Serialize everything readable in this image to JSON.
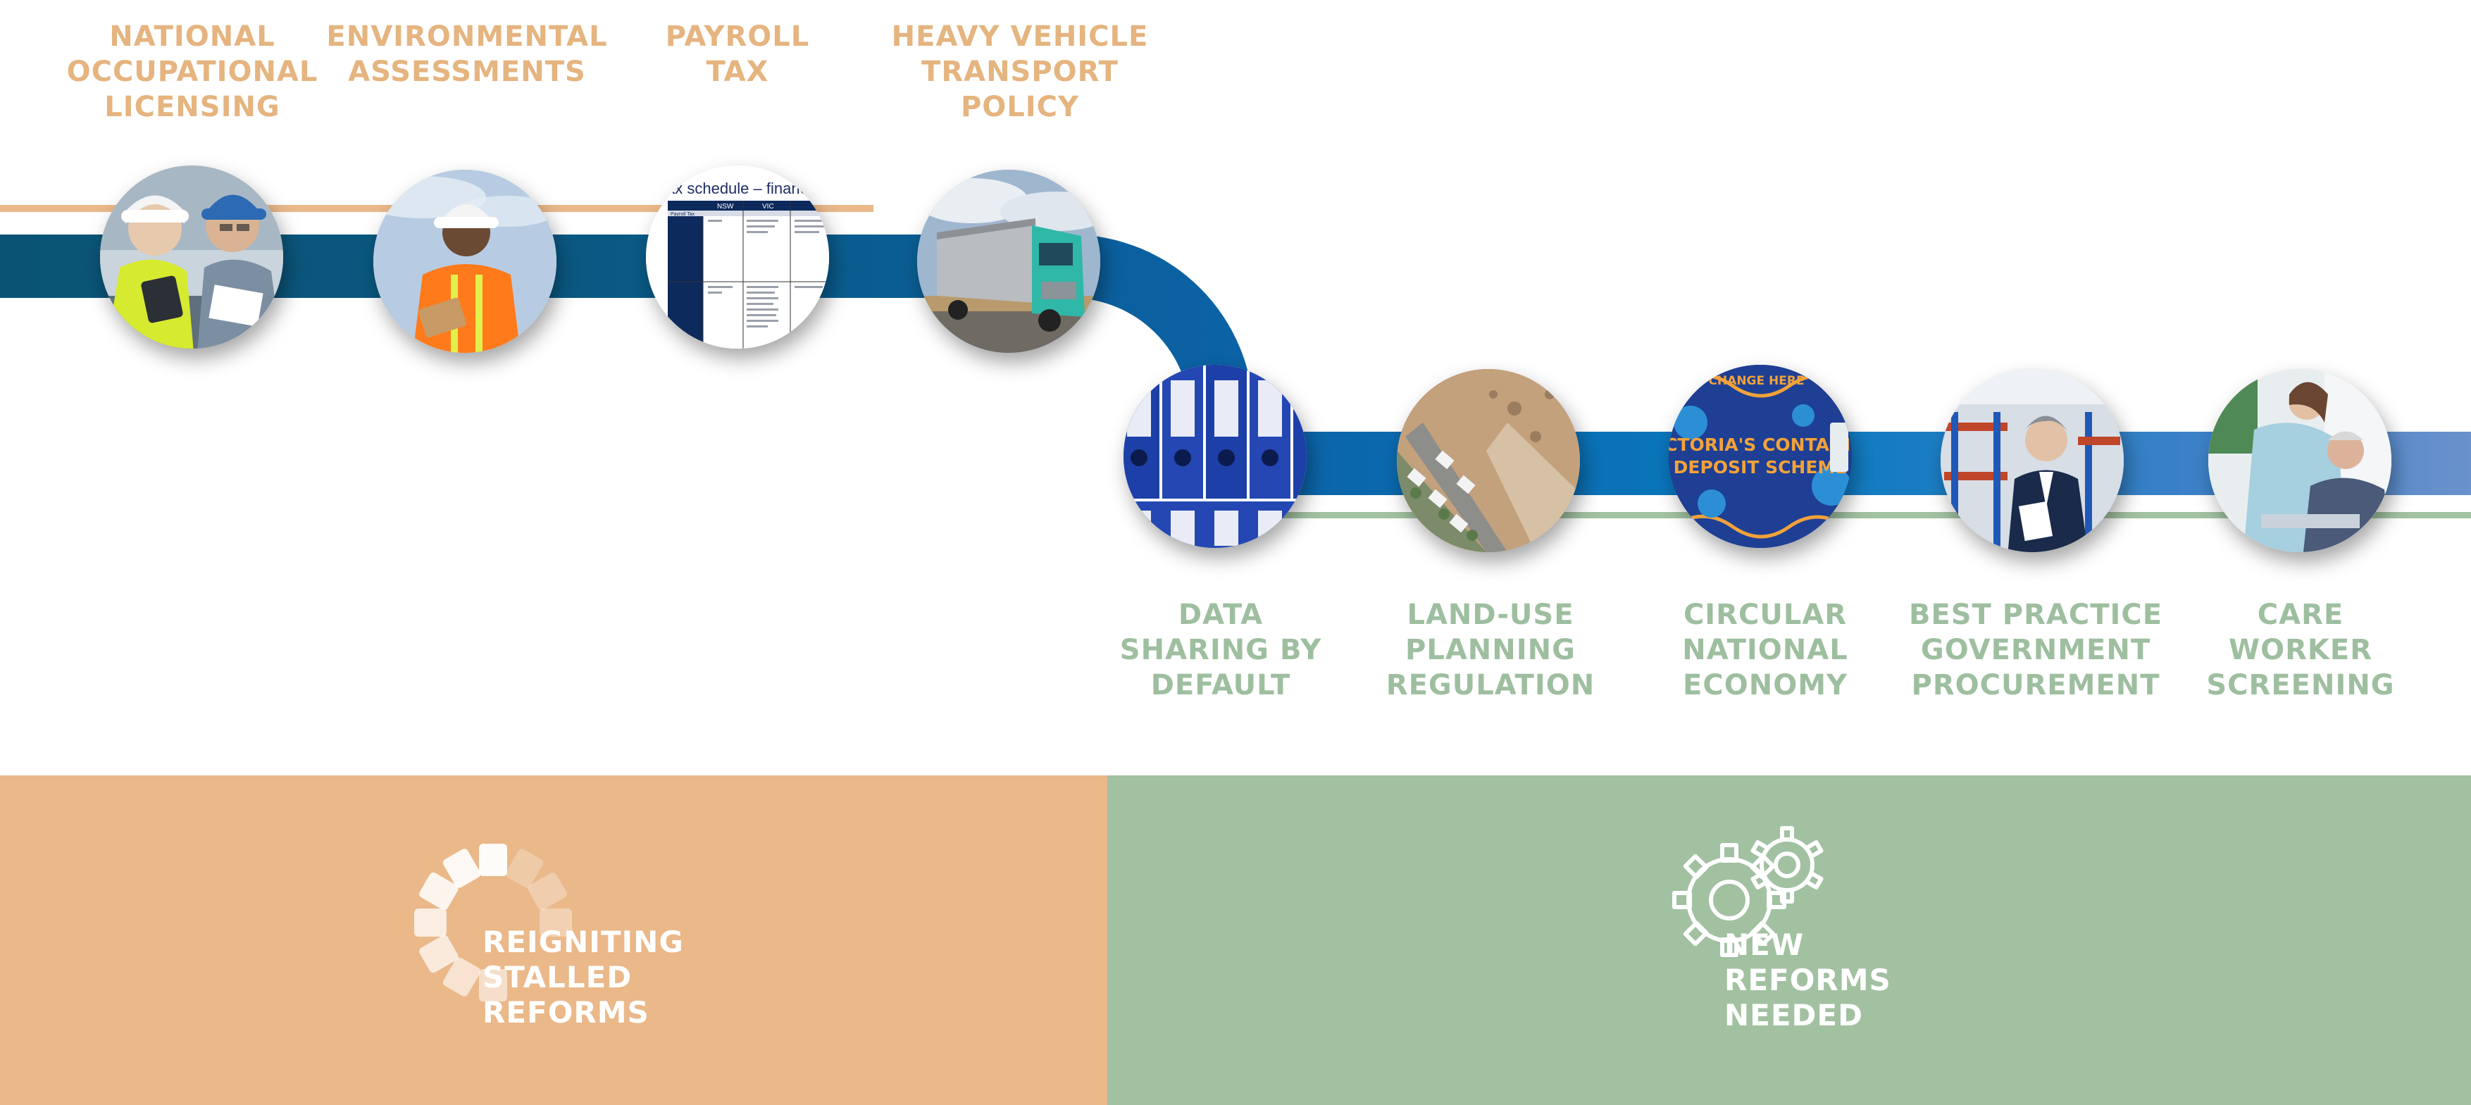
{
  "colors": {
    "orange": "#EAB889",
    "orange_text": "#E5B47F",
    "green": "#A1C1A1",
    "green_text": "#9EBF9F",
    "dark_blue": "#0A5374",
    "mid_blue": "#0B62A6",
    "light_blue": "#6A92CC"
  },
  "stalled_reforms": [
    {
      "label": "NATIONAL\nOCCUPATIONAL\nLICENSING",
      "image": "construction-workers-photo"
    },
    {
      "label": "ENVIRONMENTAL\nASSESSMENTS",
      "image": "field-worker-tablet-photo"
    },
    {
      "label": "PAYROLL\nTAX",
      "image": "tax-schedule-document"
    },
    {
      "label": "HEAVY VEHICLE\nTRANSPORT\nPOLICY",
      "image": "truck-photo"
    }
  ],
  "tax_document": {
    "title": "Tax schedule – financi",
    "col_nsw": "NSW",
    "col_vic": "VIC",
    "row_payroll": "Payroll Tax"
  },
  "new_reforms": [
    {
      "label": "DATA\nSHARING BY\nDEFAULT",
      "image": "binders-photo"
    },
    {
      "label": "LAND-USE\nPLANNING\nREGULATION",
      "image": "aerial-housing-photo"
    },
    {
      "label": "CIRCULAR\nNATIONAL\nECONOMY",
      "image": "container-deposit-photo"
    },
    {
      "label": "BEST PRACTICE\nGOVERNMENT\nPROCUREMENT",
      "image": "warehouse-procurement-photo"
    },
    {
      "label": "CARE\nWORKER\nSCREENING",
      "image": "care-worker-photo"
    }
  ],
  "container_sign": {
    "line1": "VICTORIA'S CONTAINER",
    "line2": "DEPOSIT SCHEME",
    "banner": "OR CHANGE HERE"
  },
  "panels": {
    "stalled": {
      "title": "REIGNITING\nSTALLED\nREFORMS",
      "icon": "loading-spinner-icon"
    },
    "new": {
      "title": "NEW\nREFORMS\nNEEDED",
      "icon": "gears-icon"
    }
  }
}
